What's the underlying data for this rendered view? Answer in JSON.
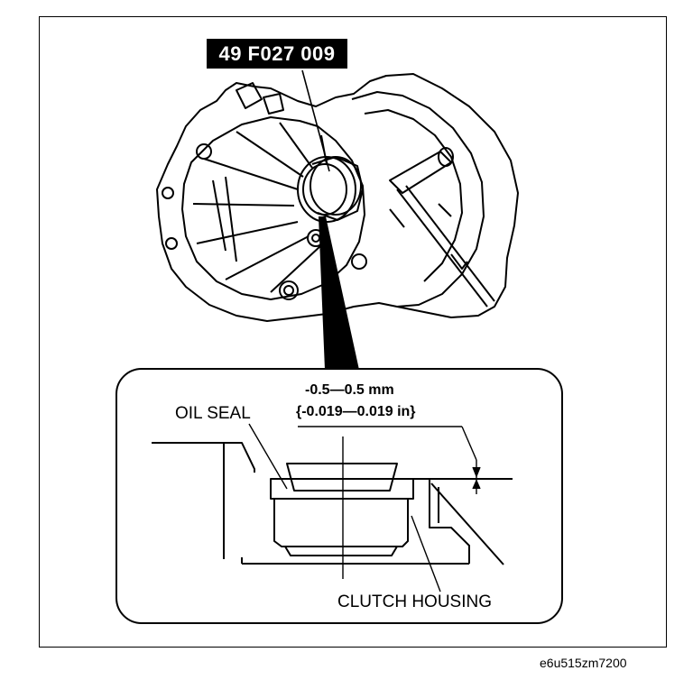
{
  "tool_number": "49 F027 009",
  "labels": {
    "oil_seal": "OIL SEAL",
    "clutch_housing": "CLUTCH HOUSING",
    "dimension_mm": "-0.5—0.5 mm",
    "dimension_in": "{-0.019—0.019 in}"
  },
  "figure_code": "e6u515zm7200"
}
